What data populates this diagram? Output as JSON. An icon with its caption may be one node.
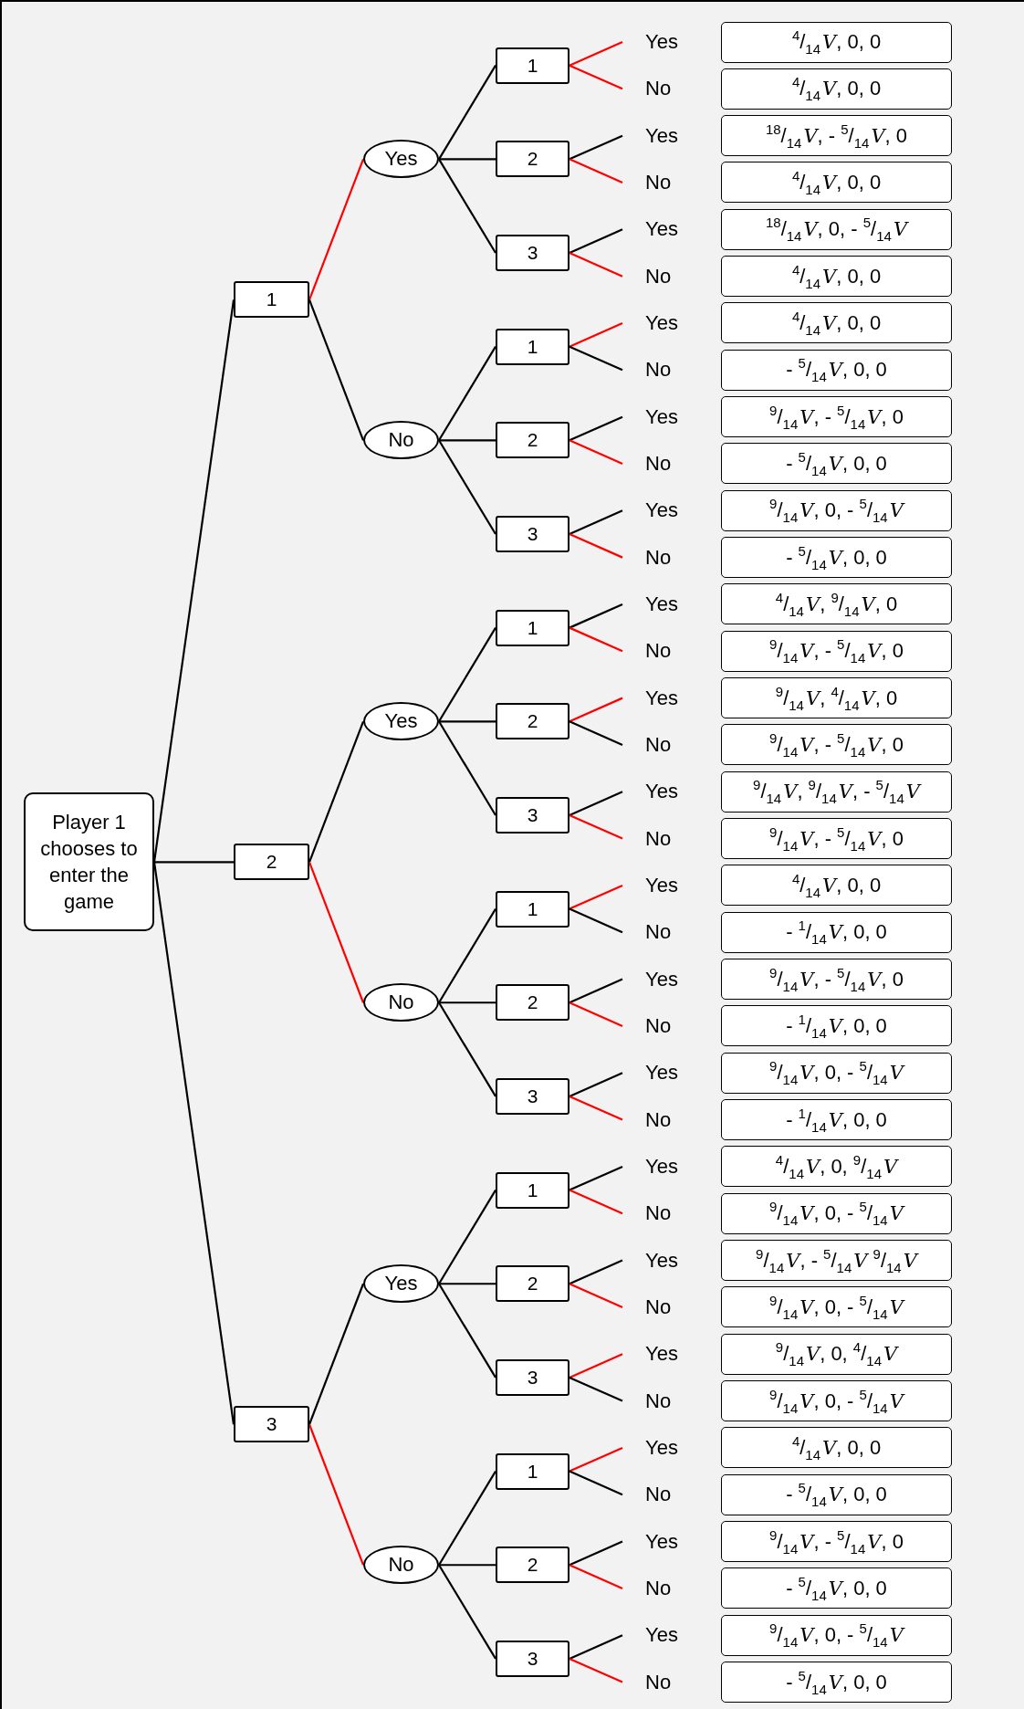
{
  "diagram": {
    "nodes": [
      {
        "text": [
          "Player 1 chooses to enter the game"
        ]
      },
      {
        "text": [
          "1"
        ]
      },
      {
        "text": [
          "2"
        ]
      },
      {
        "text": [
          "3"
        ]
      },
      {
        "text": [
          "Yes"
        ]
      },
      {
        "text": [
          "No"
        ]
      },
      {
        "text": [
          "Yes"
        ]
      },
      {
        "text": [
          "No"
        ]
      },
      {
        "text": [
          "Yes"
        ]
      },
      {
        "text": [
          "No"
        ]
      },
      {
        "text": [
          "1"
        ]
      },
      {
        "text": [
          "2"
        ]
      },
      {
        "text": [
          "3"
        ]
      },
      {
        "text": [
          "1"
        ]
      },
      {
        "text": [
          "2"
        ]
      },
      {
        "text": [
          "3"
        ]
      },
      {
        "text": [
          "1"
        ]
      },
      {
        "text": [
          "2"
        ]
      },
      {
        "text": [
          "3"
        ]
      },
      {
        "text": [
          "1"
        ]
      },
      {
        "text": [
          "2"
        ]
      },
      {
        "text": [
          "3"
        ]
      },
      {
        "text": [
          "1"
        ]
      },
      {
        "text": [
          "2"
        ]
      },
      {
        "text": [
          "3"
        ]
      },
      {
        "text": [
          "1"
        ]
      },
      {
        "text": [
          "2"
        ]
      },
      {
        "text": [
          "3"
        ]
      },
      {
        "text": [
          "Yes"
        ]
      },
      {
        "text": [
          "No"
        ]
      },
      {
        "text": [
          "Yes"
        ]
      },
      {
        "text": [
          "No"
        ]
      },
      {
        "text": [
          "Yes"
        ]
      },
      {
        "text": [
          "No"
        ]
      },
      {
        "text": [
          "Yes"
        ]
      },
      {
        "text": [
          "No"
        ]
      },
      {
        "text": [
          "Yes"
        ]
      },
      {
        "text": [
          "No"
        ]
      },
      {
        "text": [
          "Yes"
        ]
      },
      {
        "text": [
          "No"
        ]
      },
      {
        "text": [
          "Yes"
        ]
      },
      {
        "text": [
          "No"
        ]
      },
      {
        "text": [
          "Yes"
        ]
      },
      {
        "text": [
          "No"
        ]
      },
      {
        "text": [
          "Yes"
        ]
      },
      {
        "text": [
          "No"
        ]
      },
      {
        "text": [
          "Yes"
        ]
      },
      {
        "text": [
          "No"
        ]
      },
      {
        "text": [
          "Yes"
        ]
      },
      {
        "text": [
          "No"
        ]
      },
      {
        "text": [
          "Yes"
        ]
      },
      {
        "text": [
          "No"
        ]
      },
      {
        "text": [
          "Yes"
        ]
      },
      {
        "text": [
          "No"
        ]
      },
      {
        "text": [
          "Yes"
        ]
      },
      {
        "text": [
          "No"
        ]
      },
      {
        "text": [
          "Yes"
        ]
      },
      {
        "text": [
          "No"
        ]
      },
      {
        "text": [
          "Yes"
        ]
      },
      {
        "text": [
          "No"
        ]
      },
      {
        "text": [
          "Yes"
        ]
      },
      {
        "text": [
          "No"
        ]
      },
      {
        "text": [
          "Yes"
        ]
      },
      {
        "text": [
          "No"
        ]
      },
      {
        "text": [
          "$^{4}$/$_{14}$*V*, 0, 0"
        ]
      },
      {
        "text": [
          "$^{4}$/$_{14}$*V*, 0, 0"
        ]
      },
      {
        "text": [
          "$^{18}$/$_{14}$*V*, - $^{5}$/$_{14}$*V*, 0"
        ]
      },
      {
        "text": [
          "$^{4}$/$_{14}$*V*, 0, 0"
        ]
      },
      {
        "text": [
          "$^{18}$/$_{14}$*V*, 0, - $^{5}$/$_{14}$*V*"
        ]
      },
      {
        "text": [
          "$^{4}$/$_{14}$*V*, 0, 0"
        ]
      },
      {
        "text": [
          "$^{4}$/$_{14}$*V*, 0, 0"
        ]
      },
      {
        "text": [
          "- $^{5}$/$_{14}$*V*, 0, 0"
        ]
      },
      {
        "text": [
          "$^{9}$/$_{14}$*V*, - $^{5}$/$_{14}$*V*, 0"
        ]
      },
      {
        "text": [
          "- $^{5}$/$_{14}$*V*, 0, 0"
        ]
      },
      {
        "text": [
          "$^{9}$/$_{14}$*V*, 0, - $^{5}$/$_{14}$*V*"
        ]
      },
      {
        "text": [
          "- $^{5}$/$_{14}$*V*, 0, 0"
        ]
      },
      {
        "text": [
          "$^{4}$/$_{14}$*V*, $^{9}$/$_{14}$*V*, 0"
        ]
      },
      {
        "text": [
          "$^{9}$/$_{14}$*V*, - $^{5}$/$_{14}$*V*, 0"
        ]
      },
      {
        "text": [
          "$^{9}$/$_{14}$*V*, $^{4}$/$_{14}$*V*, 0"
        ]
      },
      {
        "text": [
          "$^{9}$/$_{14}$*V*, - $^{5}$/$_{14}$*V*, 0"
        ]
      },
      {
        "text": [
          "$^{9}$/$_{14}$*V*, $^{9}$/$_{14}$*V*, - $^{5}$/$_{14}$*V*"
        ]
      },
      {
        "text": [
          "$^{9}$/$_{14}$*V*, - $^{5}$/$_{14}$*V*, 0"
        ]
      },
      {
        "text": [
          "$^{4}$/$_{14}$*V*, 0, 0"
        ]
      },
      {
        "text": [
          "- $^{1}$/$_{14}$*V*, 0, 0"
        ]
      },
      {
        "text": [
          "$^{9}$/$_{14}$*V*, - $^{5}$/$_{14}$*V*, 0"
        ]
      },
      {
        "text": [
          "- $^{1}$/$_{14}$*V*, 0, 0"
        ]
      },
      {
        "text": [
          "$^{9}$/$_{14}$*V*, 0, - $^{5}$/$_{14}$*V*"
        ]
      },
      {
        "text": [
          "- $^{1}$/$_{14}$*V*, 0, 0"
        ]
      },
      {
        "text": [
          "$^{4}$/$_{14}$*V*, 0, $^{9}$/$_{14}$*V*"
        ]
      },
      {
        "text": [
          "$^{9}$/$_{14}$*V*, 0, - $^{5}$/$_{14}$*V*"
        ]
      },
      {
        "text": [
          "$^{9}$/$_{14}$*V*, - $^{5}$/$_{14}$*V* $^{9}$/$_{14}$*V*"
        ]
      },
      {
        "text": [
          "$^{9}$/$_{14}$*V*, 0, - $^{5}$/$_{14}$*V*"
        ]
      },
      {
        "text": [
          "$^{9}$/$_{14}$*V*, 0, $^{4}$/$_{14}$*V*"
        ]
      },
      {
        "text": [
          "$^{9}$/$_{14}$*V*, 0, - $^{5}$/$_{14}$*V*"
        ]
      },
      {
        "text": [
          "$^{4}$/$_{14}$*V*, 0, 0"
        ]
      },
      {
        "text": [
          "- $^{5}$/$_{14}$*V*, 0, 0"
        ]
      },
      {
        "text": [
          "$^{9}$/$_{14}$*V*, - $^{5}$/$_{14}$*V*, 0"
        ]
      },
      {
        "text": [
          "- $^{5}$/$_{14}$*V*, 0, 0"
        ]
      },
      {
        "text": [
          "$^{9}$/$_{14}$*V*, 0, - $^{5}$/$_{14}$*V*"
        ]
      },
      {
        "text": [
          "- $^{5}$/$_{14}$*V*, 0, 0"
        ]
      }
    ],
    "edges": [
      {
        "from": 0,
        "to": 1,
        "arrow": "none"
      },
      {
        "from": 0,
        "to": 2,
        "arrow": "none"
      },
      {
        "from": 0,
        "to": 3,
        "arrow": "none"
      },
      {
        "from": 1,
        "to": 4,
        "arrow": "none",
        "color": "#ff0000"
      },
      {
        "from": 1,
        "to": 5,
        "arrow": "none"
      },
      {
        "from": 2,
        "to": 6,
        "arrow": "none"
      },
      {
        "from": 2,
        "to": 7,
        "arrow": "none",
        "color": "#ff0000"
      },
      {
        "from": 3,
        "to": 8,
        "arrow": "none"
      },
      {
        "from": 3,
        "to": 9,
        "arrow": "none",
        "color": "#ff0000"
      },
      {
        "from": 4,
        "to": 10,
        "arrow": "none"
      },
      {
        "from": 4,
        "to": 11,
        "arrow": "none"
      },
      {
        "from": 4,
        "to": 12,
        "arrow": "none"
      },
      {
        "from": 5,
        "to": 13,
        "arrow": "none"
      },
      {
        "from": 5,
        "to": 14,
        "arrow": "none"
      },
      {
        "from": 5,
        "to": 15,
        "arrow": "none"
      },
      {
        "from": 6,
        "to": 16,
        "arrow": "none"
      },
      {
        "from": 6,
        "to": 17,
        "arrow": "none"
      },
      {
        "from": 6,
        "to": 18,
        "arrow": "none"
      },
      {
        "from": 7,
        "to": 19,
        "arrow": "none"
      },
      {
        "from": 7,
        "to": 20,
        "arrow": "none"
      },
      {
        "from": 7,
        "to": 21,
        "arrow": "none"
      },
      {
        "from": 8,
        "to": 22,
        "arrow": "none"
      },
      {
        "from": 8,
        "to": 23,
        "arrow": "none"
      },
      {
        "from": 8,
        "to": 24,
        "arrow": "none"
      },
      {
        "from": 9,
        "to": 25,
        "arrow": "none"
      },
      {
        "from": 9,
        "to": 26,
        "arrow": "none"
      },
      {
        "from": 9,
        "to": 27,
        "arrow": "none"
      },
      {
        "from": 10,
        "to": 28,
        "arrow": "none",
        "color": "#ff0000"
      },
      {
        "from": 10,
        "to": 29,
        "arrow": "none",
        "color": "#ff0000"
      },
      {
        "from": 11,
        "to": 30,
        "arrow": "none"
      },
      {
        "from": 11,
        "to": 31,
        "arrow": "none",
        "color": "#ff0000"
      },
      {
        "from": 12,
        "to": 32,
        "arrow": "none"
      },
      {
        "from": 12,
        "to": 33,
        "arrow": "none",
        "color": "#ff0000"
      },
      {
        "from": 13,
        "to": 34,
        "arrow": "none",
        "color": "#ff0000"
      },
      {
        "from": 13,
        "to": 35,
        "arrow": "none"
      },
      {
        "from": 14,
        "to": 36,
        "arrow": "none"
      },
      {
        "from": 14,
        "to": 37,
        "arrow": "none",
        "color": "#ff0000"
      },
      {
        "from": 15,
        "to": 38,
        "arrow": "none"
      },
      {
        "from": 15,
        "to": 39,
        "arrow": "none",
        "color": "#ff0000"
      },
      {
        "from": 16,
        "to": 40,
        "arrow": "none"
      },
      {
        "from": 16,
        "to": 41,
        "arrow": "none",
        "color": "#ff0000"
      },
      {
        "from": 17,
        "to": 42,
        "arrow": "none",
        "color": "#ff0000"
      },
      {
        "from": 17,
        "to": 43,
        "arrow": "none"
      },
      {
        "from": 18,
        "to": 44,
        "arrow": "none"
      },
      {
        "from": 18,
        "to": 45,
        "arrow": "none",
        "color": "#ff0000"
      },
      {
        "from": 19,
        "to": 46,
        "arrow": "none",
        "color": "#ff0000"
      },
      {
        "from": 19,
        "to": 47,
        "arrow": "none"
      },
      {
        "from": 20,
        "to": 48,
        "arrow": "none"
      },
      {
        "from": 20,
        "to": 49,
        "arrow": "none",
        "color": "#ff0000"
      },
      {
        "from": 21,
        "to": 50,
        "arrow": "none"
      },
      {
        "from": 21,
        "to": 51,
        "arrow": "none",
        "color": "#ff0000"
      },
      {
        "from": 22,
        "to": 52,
        "arrow": "none"
      },
      {
        "from": 22,
        "to": 53,
        "arrow": "none",
        "color": "#ff0000"
      },
      {
        "from": 23,
        "to": 54,
        "arrow": "none"
      },
      {
        "from": 23,
        "to": 55,
        "arrow": "none",
        "color": "#ff0000"
      },
      {
        "from": 24,
        "to": 56,
        "arrow": "none",
        "color": "#ff0000"
      },
      {
        "from": 24,
        "to": 57,
        "arrow": "none"
      },
      {
        "from": 25,
        "to": 58,
        "arrow": "none",
        "color": "#ff0000"
      },
      {
        "from": 25,
        "to": 59,
        "arrow": "none"
      },
      {
        "from": 26,
        "to": 60,
        "arrow": "none"
      },
      {
        "from": 26,
        "to": 61,
        "arrow": "none",
        "color": "#ff0000"
      },
      {
        "from": 27,
        "to": 62,
        "arrow": "none"
      },
      {
        "from": 27,
        "to": 63,
        "arrow": "none",
        "color": "#ff0000"
      }
    ]
  }
}
